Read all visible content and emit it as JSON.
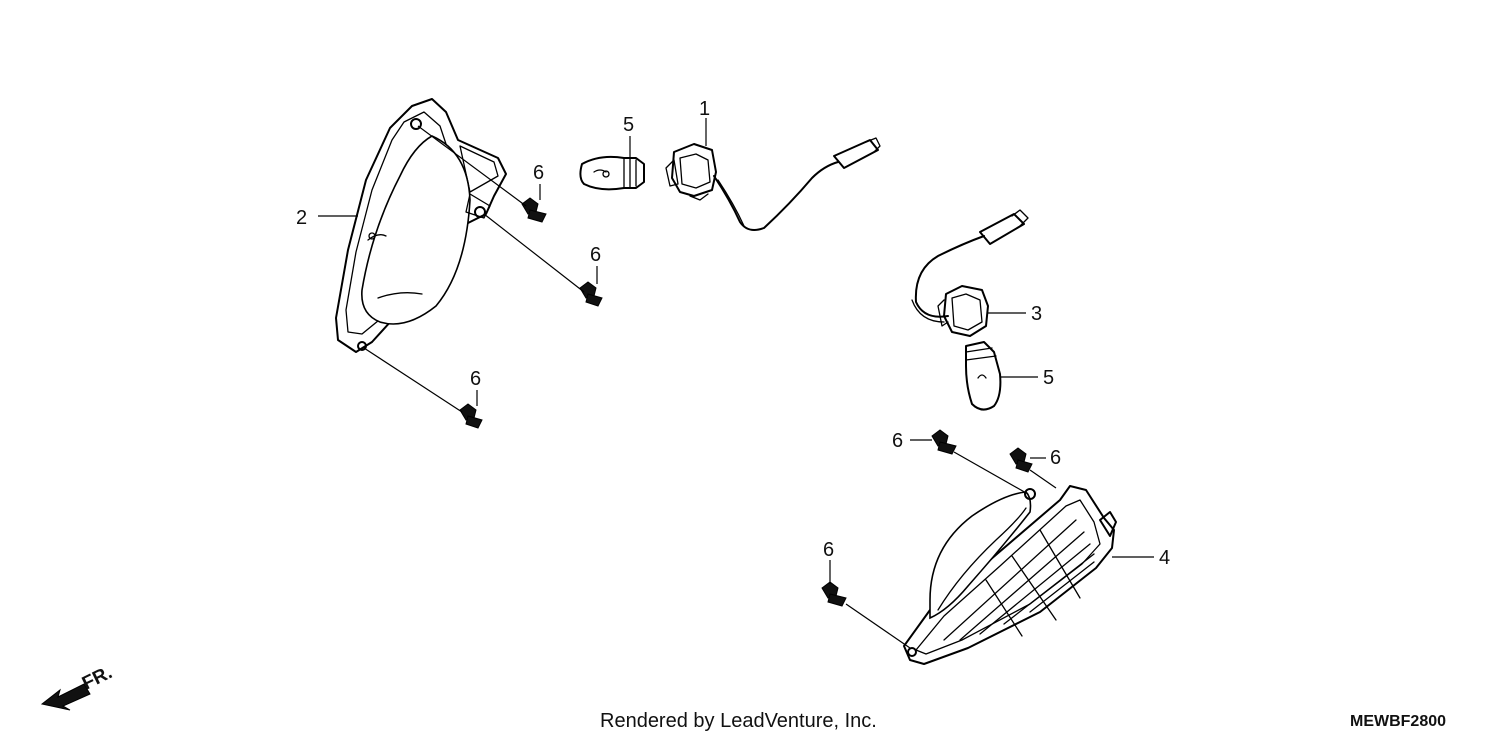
{
  "callouts": {
    "c1": "1",
    "c2": "2",
    "c3": "3",
    "c4": "4",
    "c5a": "5",
    "c5b": "5",
    "c6a": "6",
    "c6b": "6",
    "c6c": "6",
    "c6d": "6",
    "c6e": "6",
    "c6f": "6"
  },
  "direction_label": "FR.",
  "footer": {
    "credit": "Rendered by LeadVenture, Inc.",
    "code": "MEWBF2800"
  }
}
